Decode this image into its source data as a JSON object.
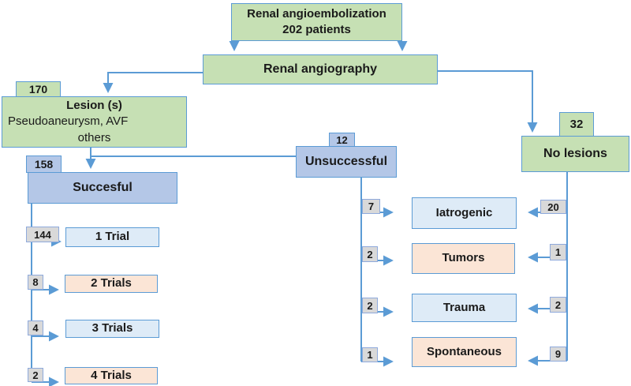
{
  "title": "Renal angioembolization flowchart",
  "colors": {
    "green_fill": "#c6e0b4",
    "periwinkle_fill": "#b4c7e7",
    "lightblue_fill": "#deebf7",
    "peach_fill": "#fbe5d6",
    "gray_badge_fill": "#d9d9d9",
    "connector_blue": "#5b9bd5",
    "text": "#1a1a1a"
  },
  "nodes": {
    "root": {
      "line1": "Renal angioembolization",
      "line2": "202 patients"
    },
    "angiography": {
      "label": "Renal angiography"
    },
    "lesions": {
      "count": "170",
      "title": "Lesion (s)",
      "line2": "Pseudoaneurysm, AVF",
      "line3": "others"
    },
    "successful": {
      "count": "158",
      "label": "Succesful"
    },
    "unsuccessful": {
      "count": "12",
      "label": "Unsuccessful"
    },
    "no_lesions": {
      "count": "32",
      "label": "No lesions"
    },
    "trials": [
      {
        "count": "144",
        "label": "1 Trial"
      },
      {
        "count": "8",
        "label": "2 Trials"
      },
      {
        "count": "4",
        "label": "3 Trials"
      },
      {
        "count": "2",
        "label": "4 Trials"
      }
    ],
    "causes": [
      {
        "left_count": "7",
        "label": "Iatrogenic",
        "right_count": "20"
      },
      {
        "left_count": "2",
        "label": "Tumors",
        "right_count": "1"
      },
      {
        "left_count": "2",
        "label": "Trauma",
        "right_count": "2"
      },
      {
        "left_count": "1",
        "label": "Spontaneous",
        "right_count": "9"
      }
    ]
  }
}
